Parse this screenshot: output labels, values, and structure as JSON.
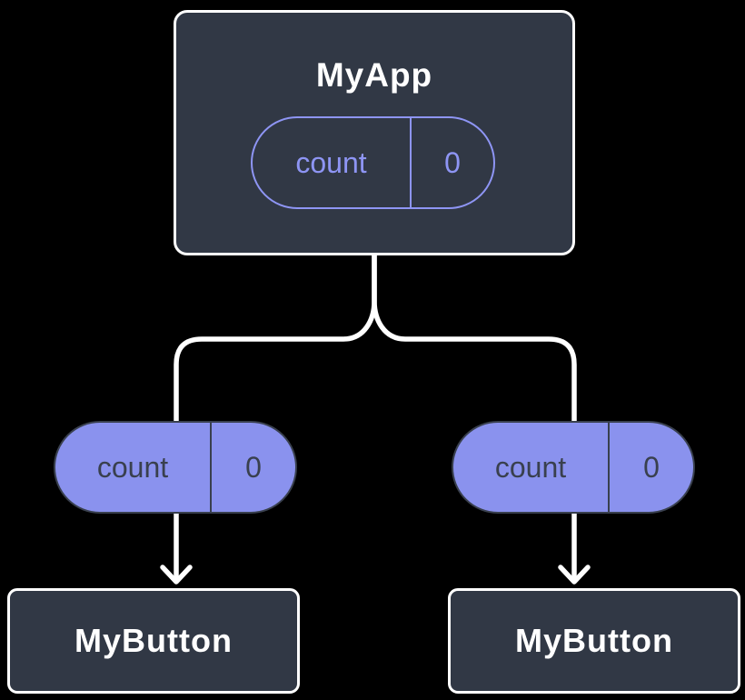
{
  "colors": {
    "background": "#000000",
    "node_fill": "#313845",
    "node_border": "#ffffff",
    "node_text": "#ffffff",
    "pill_fill": "#8A92EE",
    "pill_stroke": "#8E95F4",
    "pill_dark_text": "#39404E",
    "pill_dark_border": "#39404E",
    "connector": "#ffffff"
  },
  "diagram": {
    "root": {
      "label": "MyApp",
      "state": {
        "name": "count",
        "value": "0"
      }
    },
    "children": [
      {
        "label": "MyButton",
        "state": {
          "name": "count",
          "value": "0"
        }
      },
      {
        "label": "MyButton",
        "state": {
          "name": "count",
          "value": "0"
        }
      }
    ]
  }
}
